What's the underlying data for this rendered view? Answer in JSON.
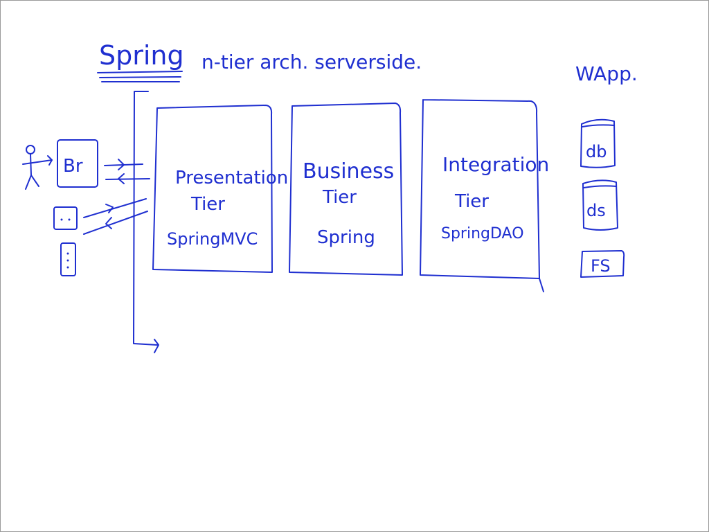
{
  "heading": {
    "title": "Spring",
    "subtitle": "n-tier arch. serverside."
  },
  "client": {
    "browser_label": "Br"
  },
  "tiers": [
    {
      "name": "Presentation",
      "tier_word": "Tier",
      "tech": "SpringMVC"
    },
    {
      "name": "Business",
      "tier_word": "Tier",
      "tech": "Spring"
    },
    {
      "name": "Integration",
      "tier_word": "Tier",
      "tech": "SpringDAO"
    }
  ],
  "resources": {
    "group_label": "WApp.",
    "items": [
      "db",
      "ds",
      "FS"
    ]
  },
  "colors": {
    "ink": "#1f2fd0",
    "background": "#ffffff"
  }
}
